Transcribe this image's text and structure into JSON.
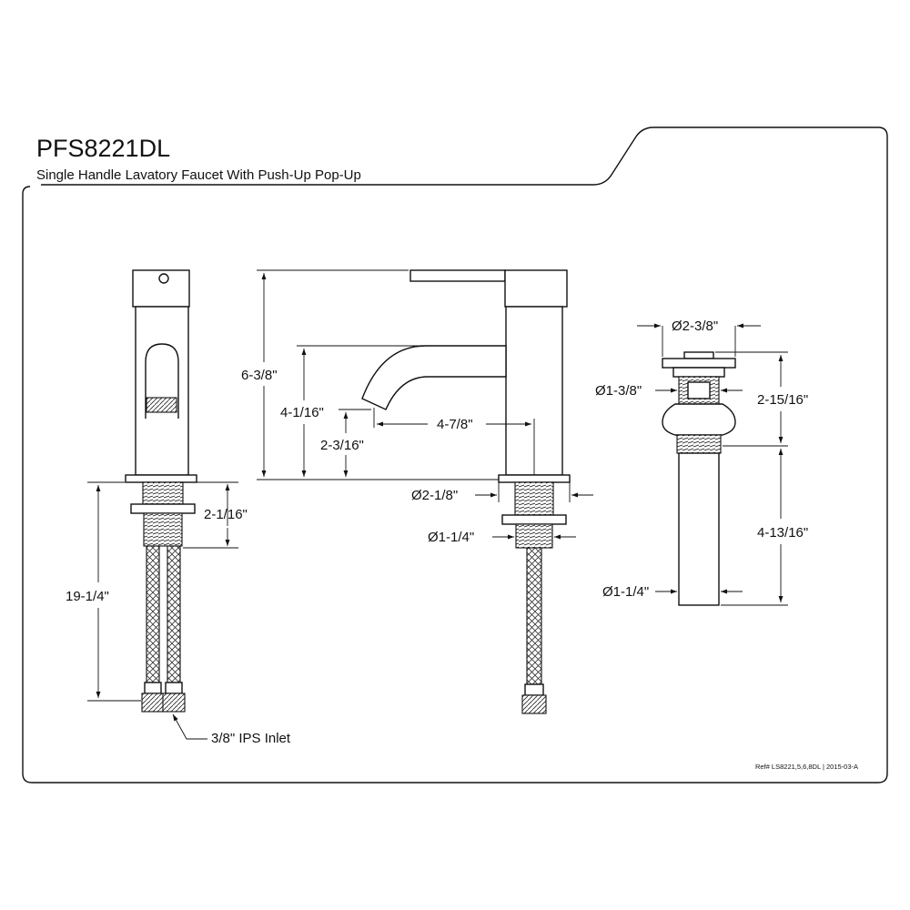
{
  "title": "PFS8221DL",
  "subtitle": "Single Handle Lavatory Faucet With Push-Up Pop-Up",
  "reference": "Ref# LS8221,5,6,8DL | 2015-03-A",
  "dimensions": {
    "overall_height": "6-3/8\"",
    "spout_height": "4-1/16\"",
    "aerator_height": "2-3/16\"",
    "spout_reach": "4-7/8\"",
    "base_diameter": "Ø2-1/8\"",
    "shank_diameter": "Ø1-1/4\"",
    "shank_length": "2-1/16\"",
    "supply_length": "19-1/4\"",
    "inlet_label": "3/8\" IPS Inlet",
    "popup_flange_diameter": "Ø2-3/8\"",
    "popup_body_diameter": "Ø1-3/8\"",
    "popup_body_height": "2-15/16\"",
    "popup_tail_length": "4-13/16\"",
    "popup_tail_diameter": "Ø1-1/4\""
  }
}
